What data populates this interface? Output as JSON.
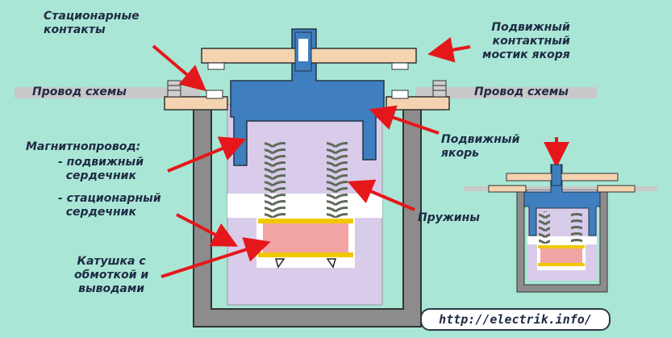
{
  "labels": {
    "stationary_contacts": "Стационарные\nконтакты",
    "circuit_wire_left": "Провод схемы",
    "circuit_wire_right": "Провод схемы",
    "moving_bridge": "Подвижный\nконтактный\nмостик якоря",
    "moving_armature": "Подвижный\nякорь",
    "magnetic_core": "Магнитнопровод:",
    "moving_core": "- подвижный\n  сердечник",
    "stationary_core": "- стационарный\n  сердечник",
    "springs": "Пружины",
    "coil": "Катушка с\nобмоткой и\nвыводами"
  },
  "url": "http://electrik.info/",
  "colors": {
    "background": "#a9e6d6",
    "housing": "#8c8c8c",
    "core": "#d9ccea",
    "armature": "#3f7fc0",
    "contacts": "#f3d3b0",
    "coil": "#f2a3a3",
    "arrow": "#e5171b",
    "wire": "#c8c8c8"
  }
}
